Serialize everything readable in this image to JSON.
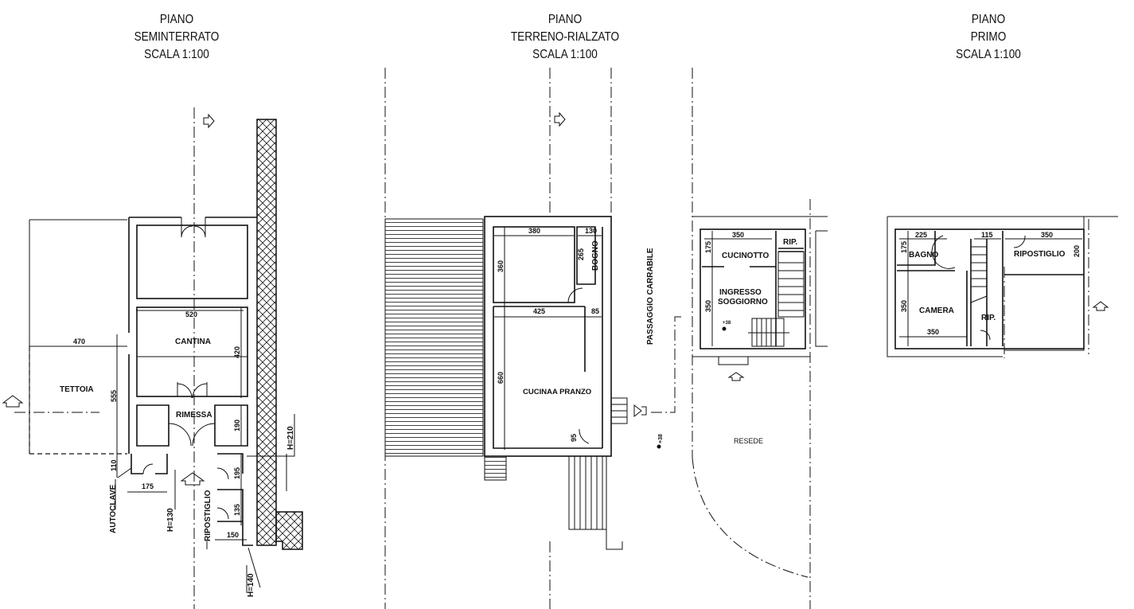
{
  "titles": {
    "basement": {
      "line1": "PIANO",
      "line2": "SEMINTERRATO",
      "line3": "SCALA 1:100"
    },
    "ground": {
      "line1": "PIANO",
      "line2": "TERRENO-RIALZATO",
      "line3": "SCALA 1:100"
    },
    "first": {
      "line1": "PIANO",
      "line2": "PRIMO",
      "line3": "SCALA 1:100"
    }
  },
  "basement": {
    "rooms": {
      "tettoia": "TETTOIA",
      "cantina": "CANTINA",
      "rimessa": "RIMESSA",
      "autoclave": "AUTOCLAVE",
      "ripostiglio": "RIPOSTIGLIO"
    },
    "heights": {
      "h210": "H=210",
      "h130": "H=130",
      "h140": "H=140"
    },
    "dims": {
      "d470": "470",
      "d520": "520",
      "d420": "420",
      "d555": "555",
      "d190": "190",
      "d110": "110",
      "d175": "175",
      "d195": "195",
      "d135": "135",
      "d150": "150"
    }
  },
  "ground": {
    "rooms": {
      "bogno": "BOGNO",
      "cucina": "CUCINAA  PRANZO",
      "passaggio": "PASSAGGIO  CARRABILE",
      "resede": "RESEDE"
    },
    "level": "+38",
    "dims": {
      "d380": "380",
      "d130": "130",
      "d360": "360",
      "d265": "265",
      "d425": "425",
      "d85": "85",
      "d660": "660",
      "d95": "95"
    }
  },
  "ground_right": {
    "rooms": {
      "cucinotto": "CUCINOTTO",
      "ingresso": "INGRESSO",
      "soggiorno": "SOGGIORNO",
      "rip": "RIP."
    },
    "level": "+38",
    "dims": {
      "d350a": "350",
      "d175": "175",
      "d350b": "350"
    }
  },
  "first": {
    "rooms": {
      "bagno": "BAGNO",
      "camera": "CAMERA",
      "ripostiglio": "RIPOSTIGLIO",
      "rip": "RIP."
    },
    "dims": {
      "d225": "225",
      "d115": "115",
      "d350a": "350",
      "d175": "175",
      "d200": "200",
      "d350b": "350",
      "d350c": "350"
    }
  }
}
